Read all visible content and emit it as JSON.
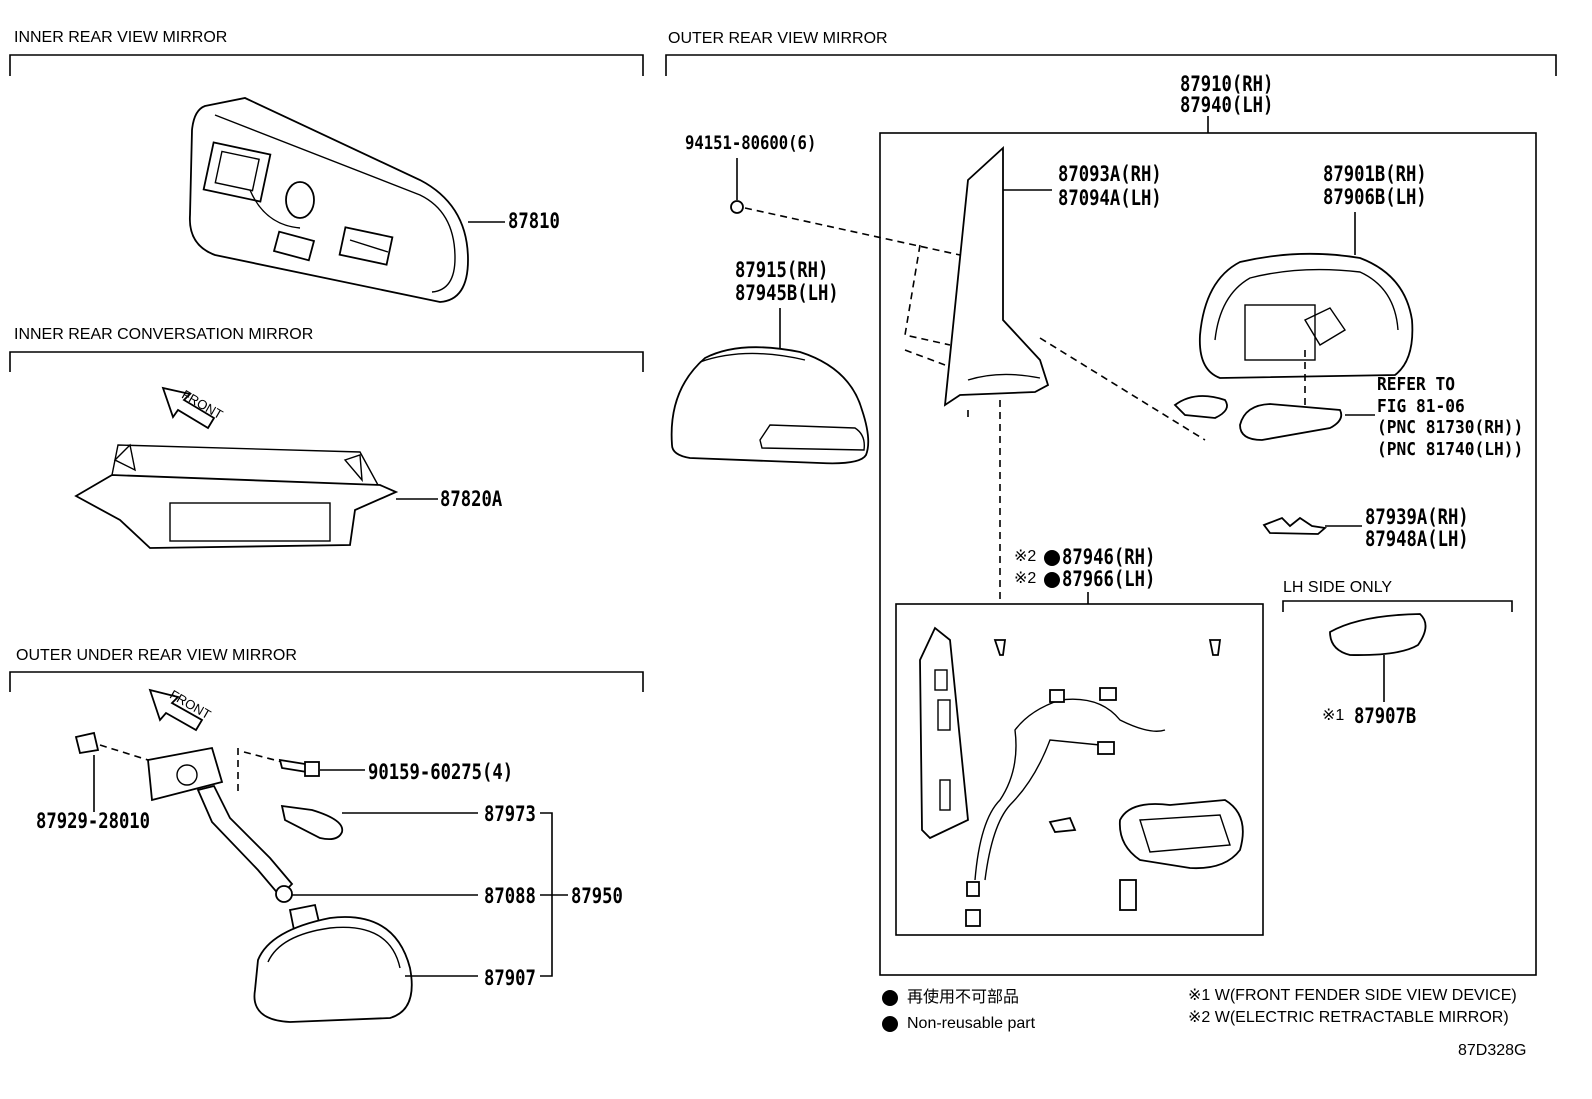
{
  "sections": {
    "inner_rear_view_mirror": "INNER REAR VIEW MIRROR",
    "inner_rear_conversation_mirror": "INNER REAR CONVERSATION MIRROR",
    "outer_under_rear_view_mirror": "OUTER UNDER REAR VIEW MIRROR",
    "outer_rear_view_mirror": "OUTER REAR VIEW MIRROR",
    "lh_side_only": "LH SIDE ONLY"
  },
  "front_labels": [
    "FRONT",
    "FRONT"
  ],
  "parts": {
    "p87810": "87810",
    "p87820a": "87820A",
    "p87929": "87929-28010",
    "p90159": "90159-60275(4)",
    "p87973": "87973",
    "p87088": "87088",
    "p87950": "87950",
    "p87907": "87907",
    "p94151": "94151-80600(6)",
    "p87910": "87910(RH)",
    "p87940": "87940(LH)",
    "p87093a": "87093A(RH)",
    "p87094a": "87094A(LH)",
    "p87901b": "87901B(RH)",
    "p87906b": "87906B(LH)",
    "p87915": "87915(RH)",
    "p87945b": "87945B(LH)",
    "p87939a": "87939A(RH)",
    "p87948a": "87948A(LH)",
    "p87946_mark": "※2",
    "p87946": "87946(RH)",
    "p87966_mark": "※2",
    "p87966": "87966(LH)",
    "p87907b_mark": "※1",
    "p87907b": "87907B"
  },
  "refer": {
    "line1": "REFER TO",
    "line2": "FIG 81-06",
    "line3": "(PNC 81730(RH))",
    "line4": "(PNC 81740(LH))"
  },
  "legend": {
    "jp": "再使用不可部品",
    "en": "Non-reusable part",
    "note1": "※1 W(FRONT FENDER SIDE VIEW DEVICE)",
    "note2": "※2 W(ELECTRIC RETRACTABLE MIRROR)"
  },
  "figure_id": "87D328G"
}
